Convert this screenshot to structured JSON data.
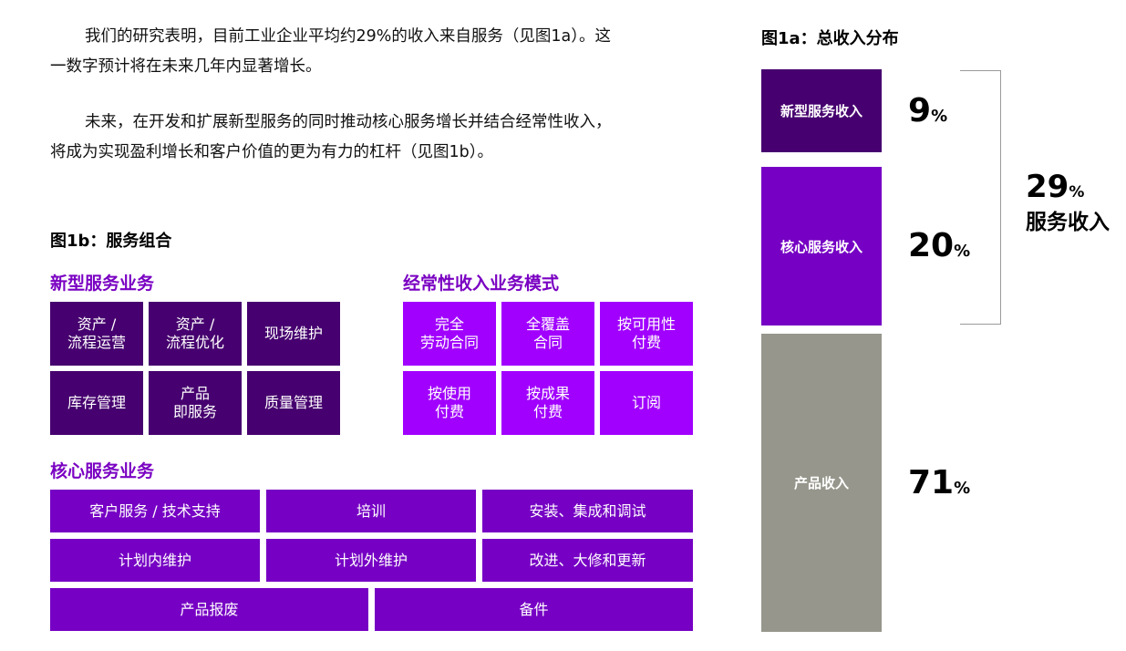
{
  "paragraphs": {
    "p1_line1": "我们的研究表明，目前工业企业平均约29%的收入来自服务（见图1a）。这",
    "p1_line2": "一数字预计将在未来几年内显著增长。",
    "p2_line1": "未来，在开发和扩展新型服务的同时推动核心服务增长并结合经常性收入，",
    "p2_line2": "将成为实现盈利增长和客户价值的更为有力的杠杆（见图1b）。"
  },
  "fig1b": {
    "title": "图1b：服务组合",
    "new_services": {
      "title": "新型服务业务",
      "tiles": [
        {
          "line1": "资产 /",
          "line2": "流程运营"
        },
        {
          "line1": "资产 /",
          "line2": "流程优化"
        },
        {
          "line1": "现场维护",
          "line2": ""
        },
        {
          "line1": "库存管理",
          "line2": ""
        },
        {
          "line1": "产品",
          "line2": "即服务"
        },
        {
          "line1": "质量管理",
          "line2": ""
        }
      ]
    },
    "recurring": {
      "title": "经常性收入业务模式",
      "tiles": [
        {
          "line1": "完全",
          "line2": "劳动合同"
        },
        {
          "line1": "全覆盖",
          "line2": "合同"
        },
        {
          "line1": "按可用性",
          "line2": "付费"
        },
        {
          "line1": "按使用",
          "line2": "付费"
        },
        {
          "line1": "按成果",
          "line2": "付费"
        },
        {
          "line1": "订阅",
          "line2": ""
        }
      ]
    },
    "core_services": {
      "title": "核心服务业务",
      "tiles": [
        "客户服务 / 技术支持",
        "培训",
        "安装、集成和调试",
        "计划内维护",
        "计划外维护",
        "改进、大修和更新",
        "产品报废",
        "备件"
      ]
    }
  },
  "fig1a": {
    "title": "图1a：总收入分布",
    "percent_sign": "%",
    "segments": [
      {
        "label": "新型服务收入",
        "value": 9,
        "color": "#46006f"
      },
      {
        "label": "核心服务收入",
        "value": 20,
        "color": "#7600c4"
      },
      {
        "label": "产品收入",
        "value": 71,
        "color": "#96968c"
      }
    ],
    "total": {
      "value": 29,
      "label": "服务收入"
    }
  }
}
